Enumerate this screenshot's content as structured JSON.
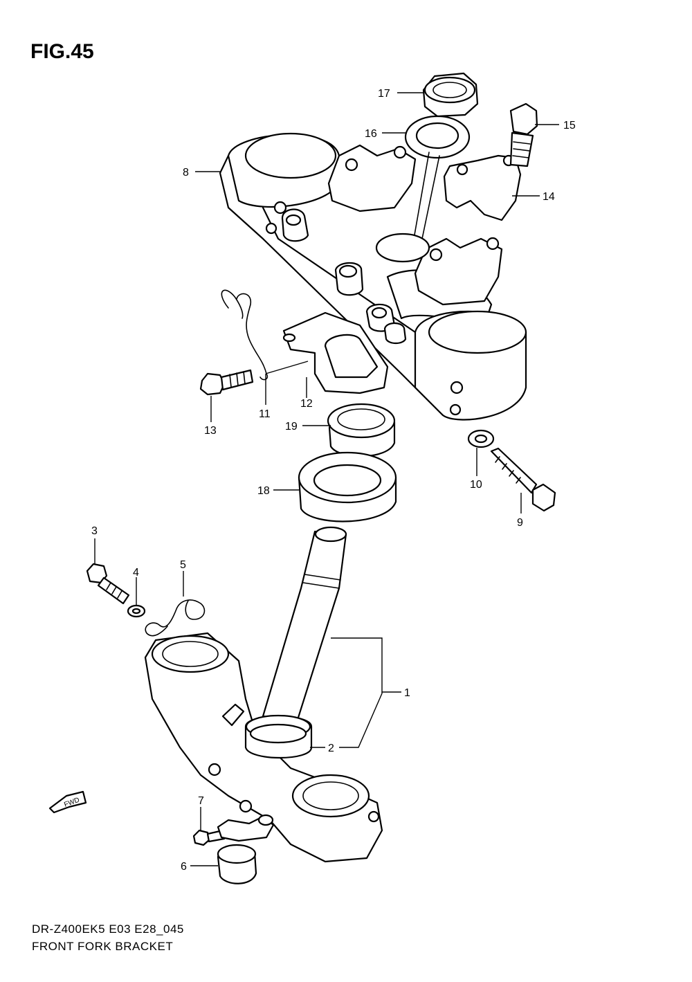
{
  "figure": {
    "title": "FIG.45"
  },
  "footer": {
    "model_code": "DR-Z400EK5 E03 E28_045",
    "diagram_name": "FRONT FORK BRACKET"
  },
  "direction_indicator": "FWD",
  "callouts": {
    "c1": "1",
    "c2": "2",
    "c3": "3",
    "c4": "4",
    "c5": "5",
    "c6": "6",
    "c7": "7",
    "c8": "8",
    "c9": "9",
    "c10": "10",
    "c11": "11",
    "c12": "12",
    "c13": "13",
    "c14": "14",
    "c15": "15",
    "c16": "16",
    "c17": "17",
    "c18": "18",
    "c19": "19"
  }
}
